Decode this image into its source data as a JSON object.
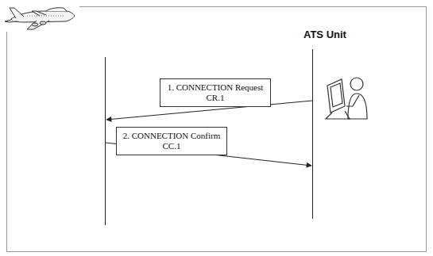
{
  "diagram": {
    "nodes": [
      {
        "text": [
          "1. CONNECTION Request CR.1"
        ]
      },
      {
        "text": [
          "2. CONNECTION Confirm CC.1"
        ]
      }
    ],
    "labels": [
      "ATS Unit"
    ]
  }
}
